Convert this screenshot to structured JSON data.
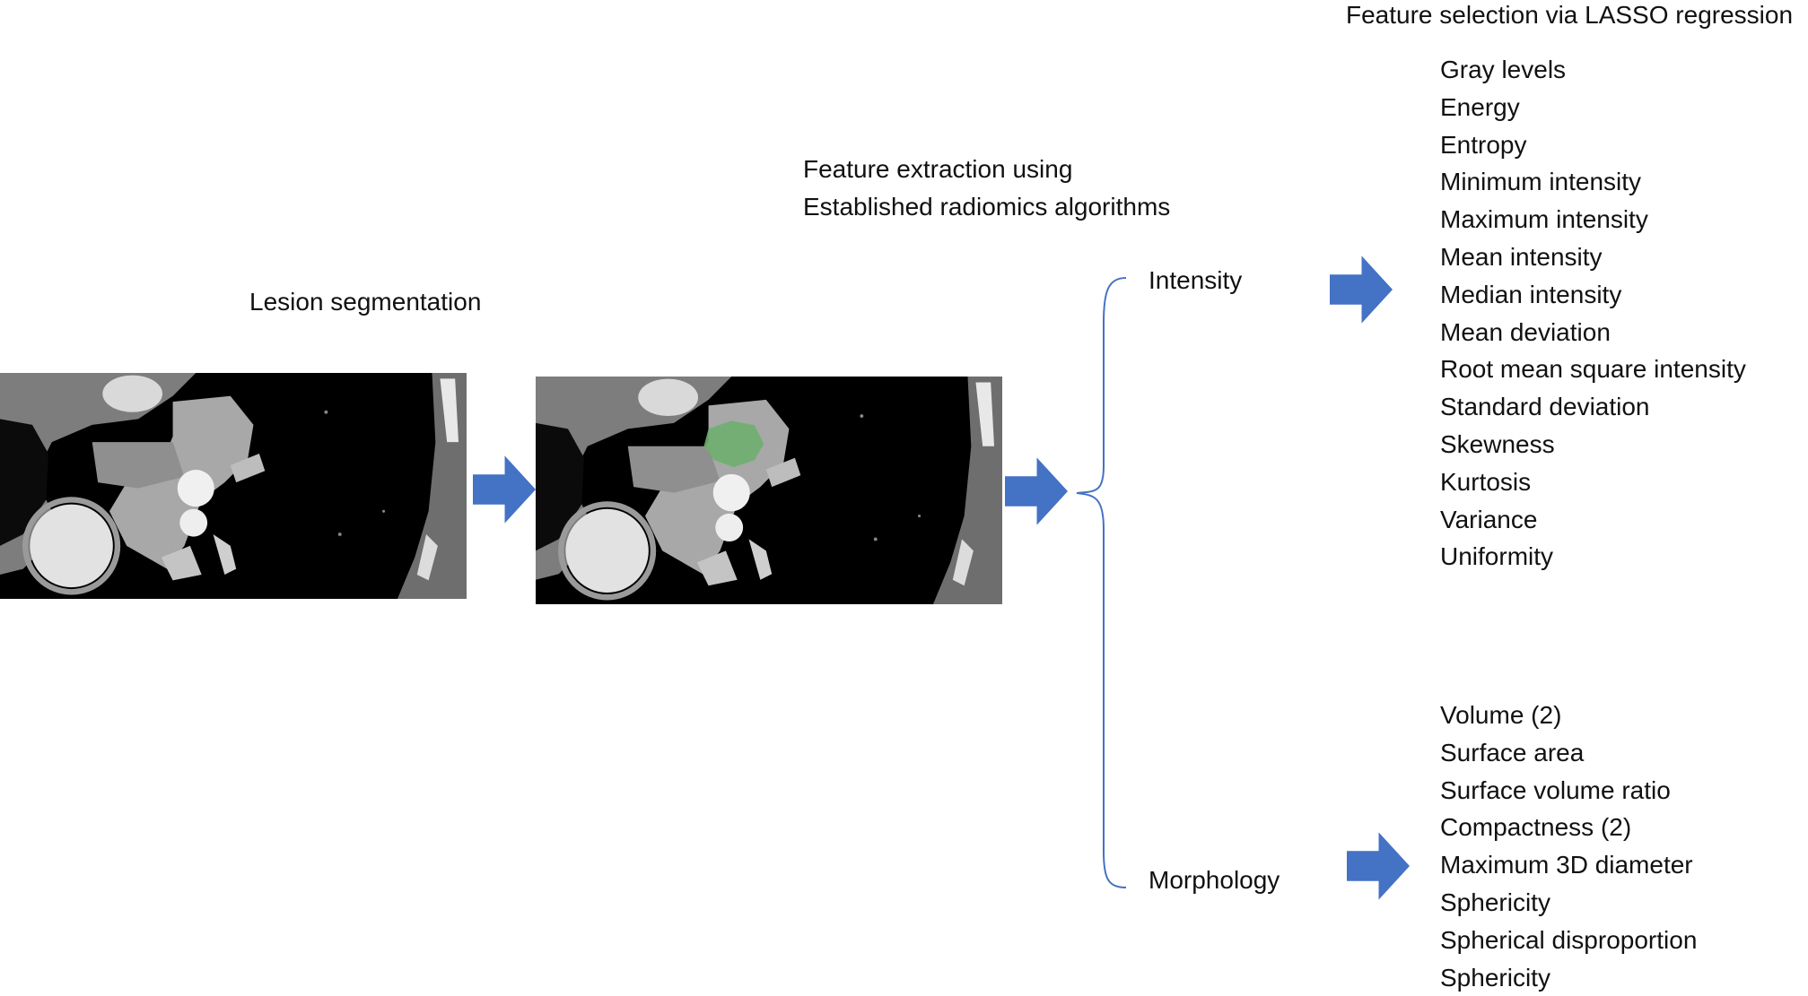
{
  "header": {
    "feature_selection": "Feature selection via LASSO regression"
  },
  "steps": {
    "lesion_segmentation": "Lesion segmentation",
    "extraction_line1": "Feature extraction using",
    "extraction_line2": "Established radiomics algorithms"
  },
  "categories": {
    "intensity": "Intensity",
    "morphology": "Morphology"
  },
  "intensity_features": [
    "Gray levels",
    "Energy",
    "Entropy",
    "Minimum intensity",
    "Maximum intensity",
    "Mean intensity",
    "Median intensity",
    "Mean deviation",
    "Root mean square intensity",
    "Standard deviation",
    "Skewness",
    "Kurtosis",
    "Variance",
    "Uniformity"
  ],
  "morphology_features": [
    "Volume (2)",
    "Surface area",
    "Surface volume ratio",
    "Compactness (2)",
    "Maximum 3D diameter",
    "Sphericity",
    "Spherical disproportion",
    "Sphericity"
  ],
  "colors": {
    "arrow": "#4472c4",
    "brace": "#4472c4",
    "segmentation_overlay": "#6fae6f"
  }
}
